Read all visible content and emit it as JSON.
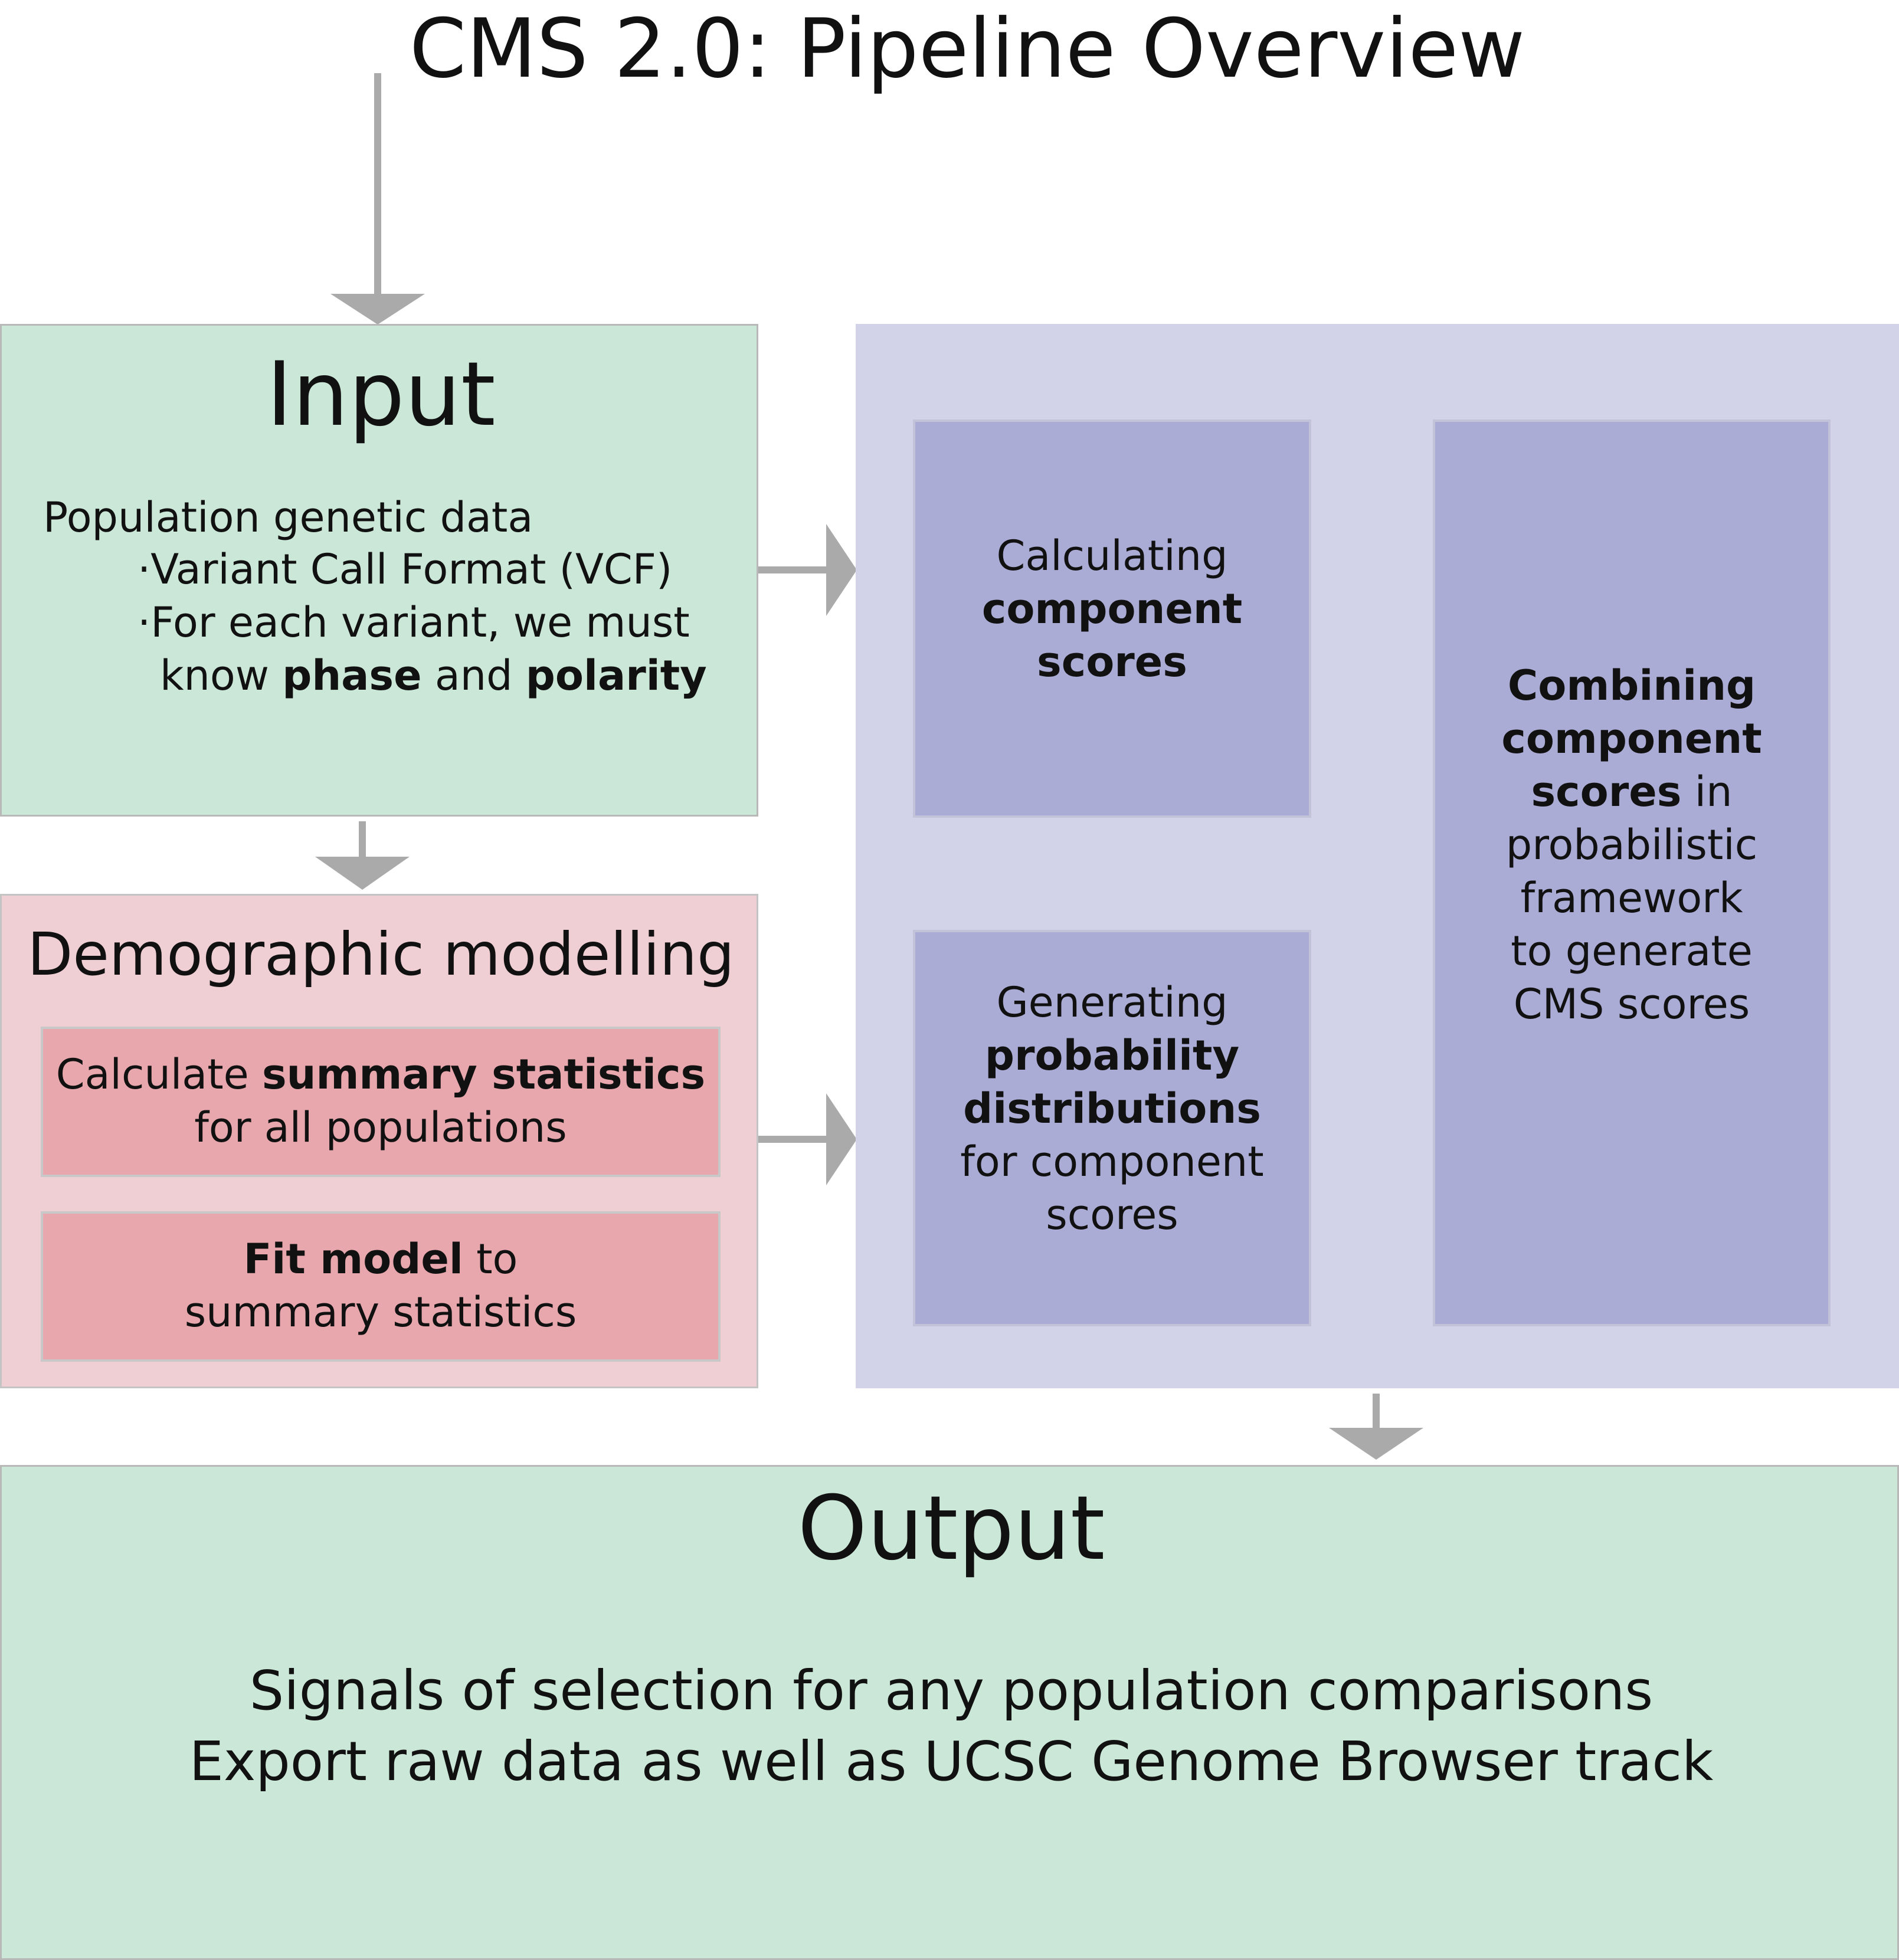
{
  "title": "CMS 2.0: Pipeline Overview",
  "input": {
    "heading": "Input",
    "line1": "Population genetic data",
    "bullet1": "Variant Call Format (VCF)",
    "bullet2_line1": "For each variant, we must",
    "bullet2_pre": "know ",
    "bullet2_bold1": "phase",
    "bullet2_mid": " and ",
    "bullet2_bold2": "polarity"
  },
  "demographic": {
    "heading": "Demographic modelling",
    "box1_pre": "Calculate ",
    "box1_bold": "summary statistics",
    "box1_line2": "for all populations",
    "box2_bold": "Fit model",
    "box2_post": " to",
    "box2_line2": "summary statistics"
  },
  "component": {
    "line1": "Calculating",
    "bold1": "component",
    "bold2": "scores"
  },
  "distributions": {
    "line1": "Generating",
    "bold1": "probability",
    "bold2": "distributions",
    "line4": "for component",
    "line5": "scores"
  },
  "combining": {
    "bold1": "Combining",
    "bold2": "component",
    "bold3": "scores",
    "post3": " in",
    "line4": "probabilistic",
    "line5": "framework",
    "line6": "to generate",
    "line7": "CMS scores"
  },
  "output": {
    "heading": "Output",
    "line1": "Signals of selection for any population comparisons",
    "line2": "Export raw data as well as UCSC Genome Browser track"
  }
}
